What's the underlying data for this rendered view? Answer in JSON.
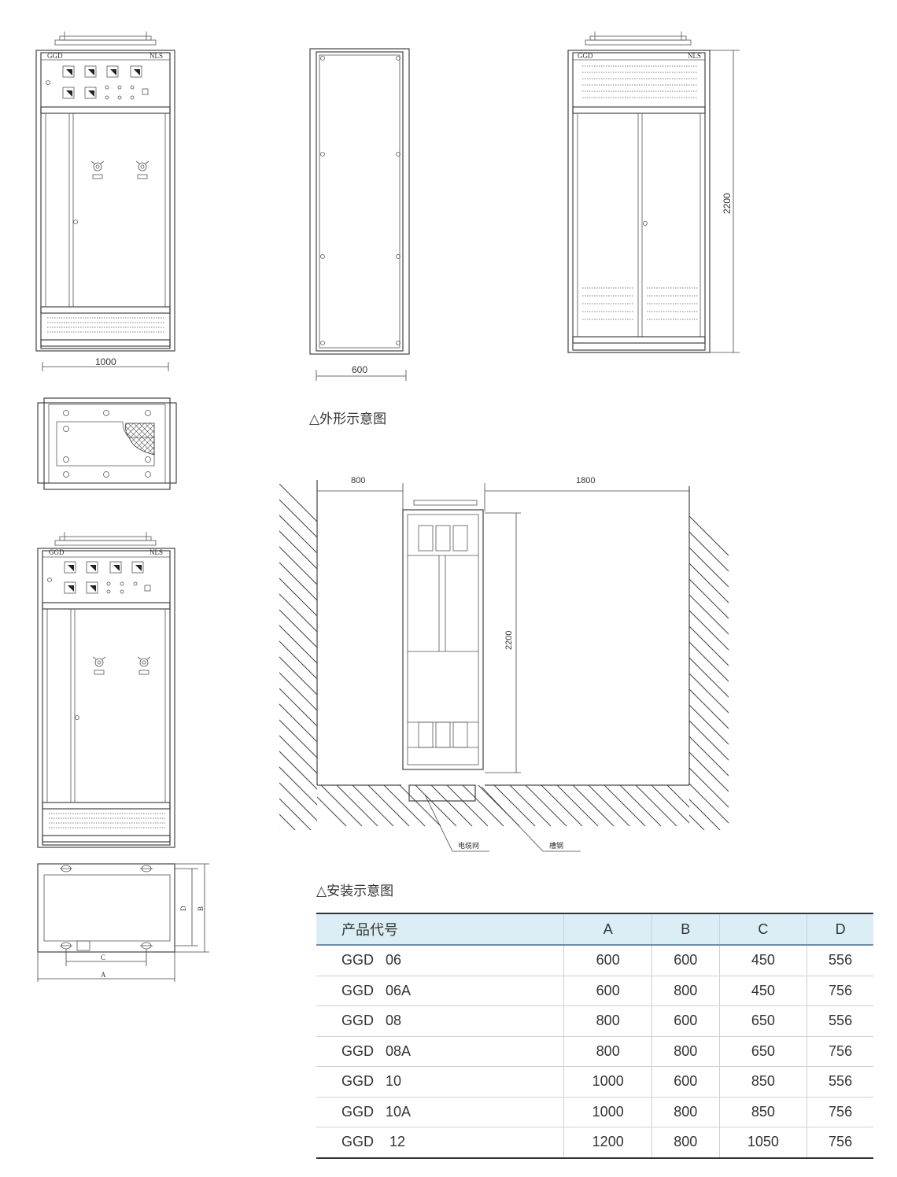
{
  "captions": {
    "outline": "△外形示意图",
    "installation": "△安装示意图"
  },
  "front_view_labels": {
    "left": "GGD",
    "right": "NLS"
  },
  "dimensions": {
    "front_width": "1000",
    "side_depth": "600",
    "height": "2200",
    "front_clearance": "800",
    "rear_clearance": "1800",
    "install_height": "2200",
    "base_A": "A",
    "base_B": "B",
    "base_C": "C",
    "base_D": "D"
  },
  "callouts": {
    "cable_trench": "电缆网",
    "channel_steel": "槽钢"
  },
  "table": {
    "headers": [
      "产品代号",
      "A",
      "B",
      "C",
      "D"
    ],
    "rows": [
      [
        "GGD   06",
        "600",
        "600",
        "450",
        "556"
      ],
      [
        "GGD   06A",
        "600",
        "800",
        "450",
        "756"
      ],
      [
        "GGD   08",
        "800",
        "600",
        "650",
        "556"
      ],
      [
        "GGD   08A",
        "800",
        "800",
        "650",
        "756"
      ],
      [
        "GGD   10",
        "1000",
        "600",
        "850",
        "556"
      ],
      [
        "GGD   10A",
        "1000",
        "800",
        "850",
        "756"
      ],
      [
        "GGD    12",
        "1200",
        "800",
        "1050",
        "756"
      ]
    ]
  }
}
